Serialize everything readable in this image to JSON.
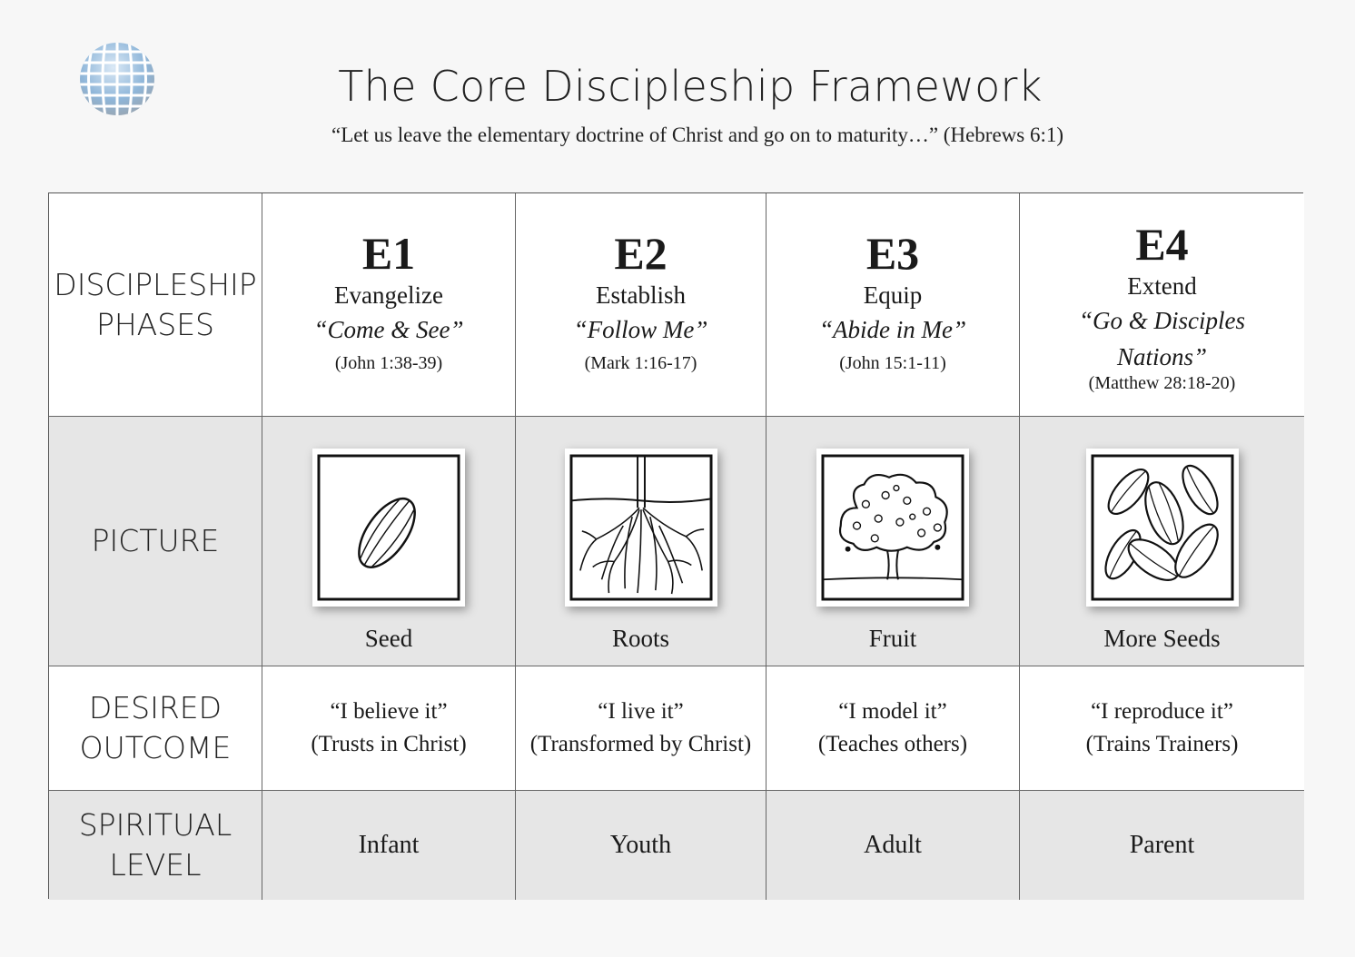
{
  "header": {
    "title": "The Core Discipleship Framework",
    "subtitle": "“Let us leave the elementary doctrine of Christ and go on to maturity…” (Hebrews 6:1)"
  },
  "row_labels": {
    "phases": [
      "DISCIPLESHIP",
      "PHASES"
    ],
    "picture": [
      "PICTURE"
    ],
    "outcome": [
      "DESIRED",
      "OUTCOME"
    ],
    "level": [
      "SPIRITUAL",
      "LEVEL"
    ]
  },
  "phases": [
    {
      "code": "E1",
      "name": "Evangelize",
      "quote_lines": [
        "“Come & See”"
      ],
      "reference": "(John 1:38-39)",
      "picture_icon": "seed-icon",
      "picture_label": "Seed",
      "outcome_quote": "“I believe it”",
      "outcome_detail": "(Trusts in Christ)",
      "level": "Infant"
    },
    {
      "code": "E2",
      "name": "Establish",
      "quote_lines": [
        "“Follow Me”"
      ],
      "reference": "(Mark 1:16-17)",
      "picture_icon": "roots-icon",
      "picture_label": "Roots",
      "outcome_quote": "“I live it”",
      "outcome_detail": "(Transformed by Christ)",
      "level": "Youth"
    },
    {
      "code": "E3",
      "name": "Equip",
      "quote_lines": [
        "“Abide in Me”"
      ],
      "reference": "(John 15:1-11)",
      "picture_icon": "fruit-tree-icon",
      "picture_label": "Fruit",
      "outcome_quote": "“I model it”",
      "outcome_detail": "(Teaches others)",
      "level": "Adult"
    },
    {
      "code": "E4",
      "name": "Extend",
      "quote_lines": [
        "“Go & Disciples",
        "Nations”"
      ],
      "reference": "(Matthew 28:18-20)",
      "picture_icon": "more-seeds-icon",
      "picture_label": "More Seeds",
      "outcome_quote": "“I reproduce it”",
      "outcome_detail": "(Trains Trainers)",
      "level": "Parent"
    }
  ],
  "colors": {
    "logo_blue": "#8fb6d9",
    "shaded_row": "#e6e6e6",
    "grid_line": "#666666"
  }
}
